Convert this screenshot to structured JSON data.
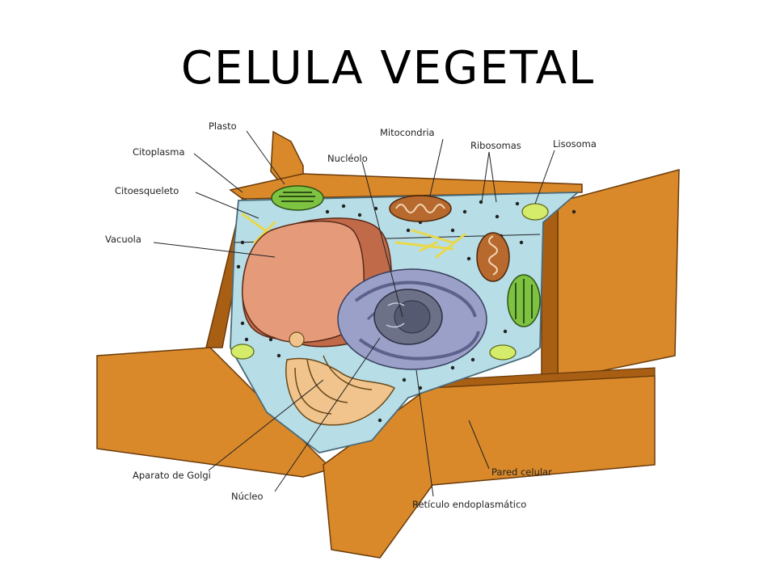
{
  "title": "CELULA VEGETAL",
  "labels": {
    "plasto": "Plasto",
    "citoplasma": "Citoplasma",
    "citoesqueleto": "Citoesqueleto",
    "vacuola": "Vacuola",
    "nucleolo": "Nucléolo",
    "mitocondria": "Mitocondria",
    "ribosomas": "Ribosomas",
    "lisosoma": "Lisosoma",
    "aparato_golgi": "Aparato de Golgi",
    "nucleo": "Núcleo",
    "reticulo": "Retículo endoplasmático",
    "pared_celular": "Pared celular"
  },
  "colors": {
    "wall": "#d9892a",
    "wall_dark": "#a85f14",
    "cytoplasm": "#b7dde7",
    "vacuole": "#e59b7a",
    "vacuole_dark": "#c06a4a",
    "nucleus_envelope": "#9aa0c8",
    "nucleus": "#6d7187",
    "chloroplast": "#7ec242",
    "mitochondrion": "#b86a2e",
    "lysosome": "#d4ec6a",
    "golgi": "#f0c48c",
    "cytoskeleton": "#e8d84a"
  }
}
